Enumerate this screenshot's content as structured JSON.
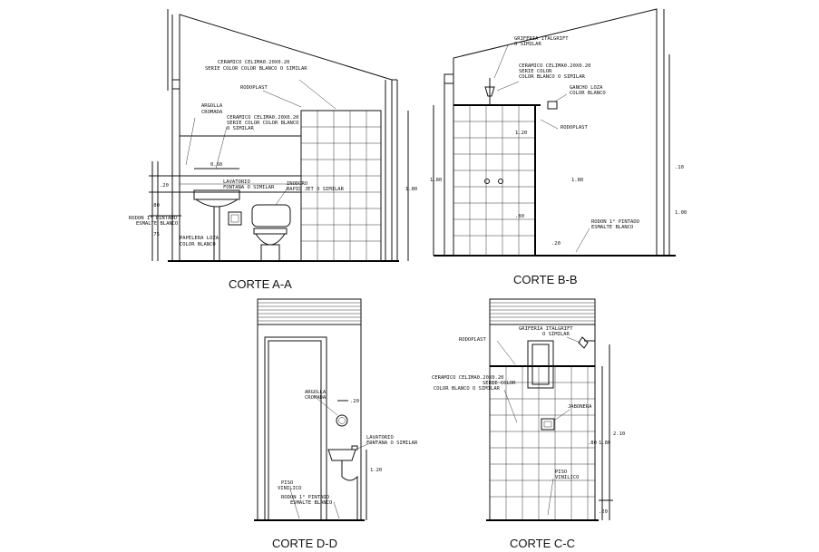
{
  "sections": {
    "aa": {
      "title": "CORTE A-A",
      "notes": {
        "ceramico_1": "CERAMICO CELIMA0.20X0.20",
        "ceramico_2": "SERIE COLOR COLOR BLANCO O SIMILAR",
        "rodoplast": "RODOPLAST",
        "argolla_1": "ARGOLLA",
        "argolla_2": "CROMADA",
        "ceramico_b1": "CERAMICO CELIMA0.20X0.20",
        "ceramico_b2": "SERIE COLOR COLOR BLANCO",
        "ceramico_b3": "O SIMILAR",
        "lavatorio_1": "LAVATORIO",
        "lavatorio_2": "FONTANA O SIMILAR",
        "inodoro_1": "INODORO",
        "inodoro_2": "RAPID JET O SIMILAR",
        "rodon_1": "RODON 1° PINTADO",
        "rodon_2": "ESMALTE BLANCO",
        "papelera_1": "PAPELERA LOZA",
        "papelera_2": "COLOR BLANCO"
      },
      "dims": {
        "d60": "0.60",
        "d20": ".20",
        "d80": ".80",
        "d75": ".75",
        "d180": "1.80"
      }
    },
    "bb": {
      "title": "CORTE B-B",
      "notes": {
        "griferia_1": "GRIFERIA ITALGRIFT",
        "griferia_2": "O SIMILAR",
        "ceramico_1": "CERAMICO CELIMA0.20X0.20",
        "ceramico_2": "SERIE COLOR",
        "ceramico_3": "COLOR BLANCO O SIMILAR",
        "gancho_1": "GANCHO LOZA",
        "gancho_2": "COLOR BLANCO",
        "rodoplast": "RODOPLAST",
        "rodon_1": "RODON 1° PINTADO",
        "rodon_2": "ESMALTE BLANCO"
      },
      "dims": {
        "d120": "1.20",
        "d80": ".80",
        "d20": ".20",
        "d180a": "1.80",
        "d180b": "1.80",
        "d10": ".10",
        "d100": "1.00"
      }
    },
    "dd": {
      "title": "CORTE D-D",
      "notes": {
        "argolla_1": "ARGOLLA",
        "argolla_2": "CROMADA",
        "lavatorio_1": "LAVATORIO",
        "lavatorio_2": "FONTANA O SIMILAR",
        "piso_1": "PISO",
        "piso_2": "VINILICO",
        "rodon_1": "RODON 1° PINTADO",
        "rodon_2": "ESMALTE BLANCO"
      },
      "dims": {
        "d20": ".20",
        "d120": "1.20"
      }
    },
    "cc": {
      "title": "CORTE C-C",
      "notes": {
        "griferia_1": "GRIFERIA ITALGRIFT",
        "griferia_2": "O SIMILAR",
        "rodoplast": "RODOPLAST",
        "ceramico_1": "CERAMICO CELIMA0.20X0.20",
        "ceramico_2": "SERIE COLOR",
        "ceramico_3": "COLOR BLANCO O SIMILAR",
        "jabonera": "JABONERA",
        "piso_1": "PISO",
        "piso_2": "VINILICO"
      },
      "dims": {
        "d80": ".80",
        "d180": "1.80",
        "d210": "2.10",
        "d20": ".20"
      }
    }
  }
}
